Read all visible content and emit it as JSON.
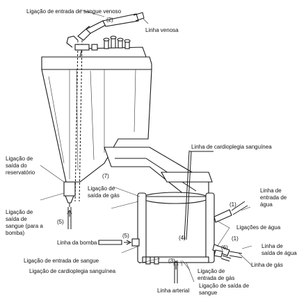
{
  "labels": {
    "venous_inlet": "Ligação de entrada de sangue venoso",
    "venous_line": "Linha venosa",
    "reservoir_outlet": [
      "Ligação de",
      "saída do",
      "reservatório"
    ],
    "blood_outlet_pump": [
      "Ligação de",
      "saída de",
      "sangue (para a",
      "bomba)"
    ],
    "pump_line": "Linha da bomba",
    "blood_inlet": "Ligação de entrada de sangue",
    "blood_cardioplegia_conn": "Ligação de cardioplegia sanguínea",
    "arterial_line": "Linha arterial",
    "gas_inlet": [
      "Ligação de",
      "entrada de gás"
    ],
    "blood_outlet": [
      "Ligação de saída de",
      "sangue"
    ],
    "gas_line": "Linha de gás",
    "water_outlet_line": [
      "Linha de",
      "saída de água"
    ],
    "water_connections": "Ligações de água",
    "water_inlet_line": [
      "Linha de",
      "entrada de",
      "água"
    ],
    "cardioplegia_line": "Linha de cardioplegia sanguínea",
    "gas_outlet": [
      "Ligação de",
      "saída de gás"
    ]
  },
  "callouts": {
    "n1": "(1)",
    "n2": "(2)",
    "n3": "(3)",
    "n4": "(4)",
    "n5": "(5)",
    "n6": "(6)",
    "n7": "(7)"
  }
}
